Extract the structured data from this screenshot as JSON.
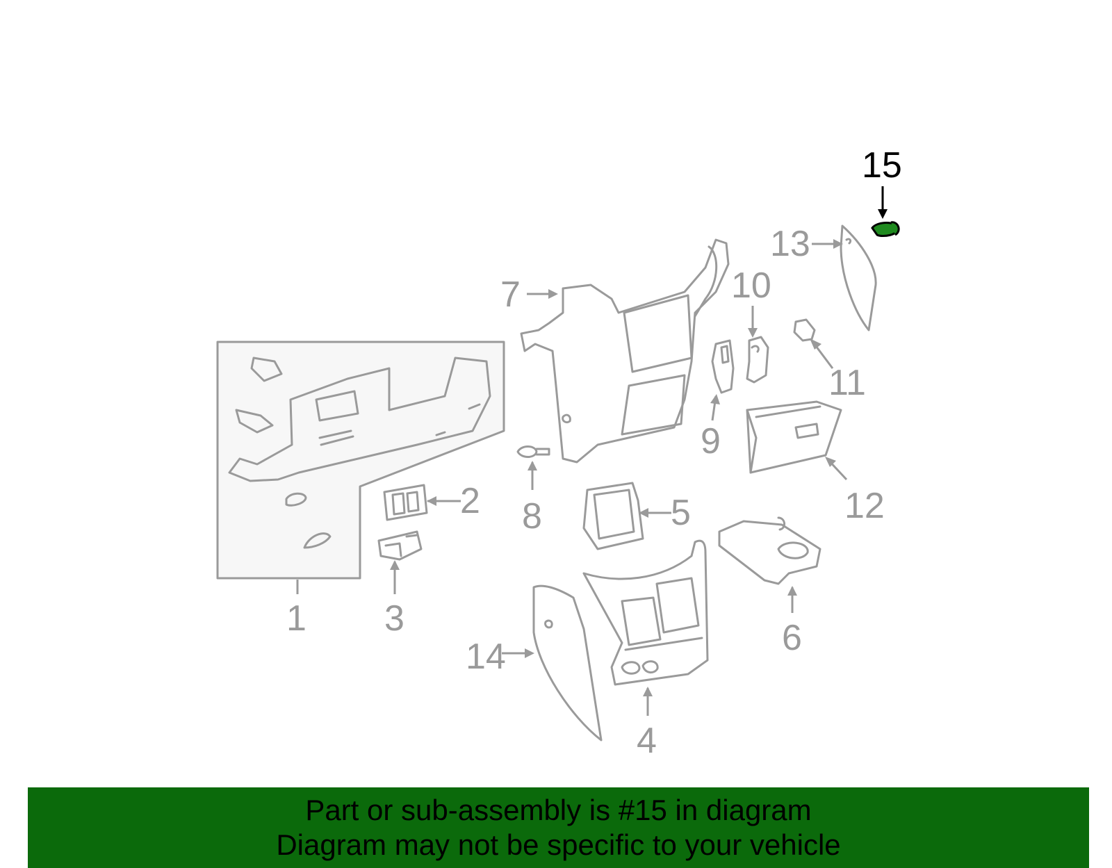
{
  "colors": {
    "part_stroke": "#9a9a9a",
    "callout_text": "#9a9a9a",
    "highlight_text": "#000000",
    "highlight_part": "#1f8a1f",
    "banner_background": "#0b6a0b",
    "banner_text": "#000000",
    "background": "#ffffff"
  },
  "highlighted_part": "15",
  "callouts": [
    {
      "number": "1"
    },
    {
      "number": "2"
    },
    {
      "number": "3"
    },
    {
      "number": "4"
    },
    {
      "number": "5"
    },
    {
      "number": "6"
    },
    {
      "number": "7"
    },
    {
      "number": "8"
    },
    {
      "number": "9"
    },
    {
      "number": "10"
    },
    {
      "number": "11"
    },
    {
      "number": "12"
    },
    {
      "number": "13"
    },
    {
      "number": "14"
    },
    {
      "number": "15"
    }
  ],
  "banner": {
    "line1": "Part or sub-assembly is #15 in diagram",
    "line2": "Diagram may not be specific to your vehicle"
  }
}
